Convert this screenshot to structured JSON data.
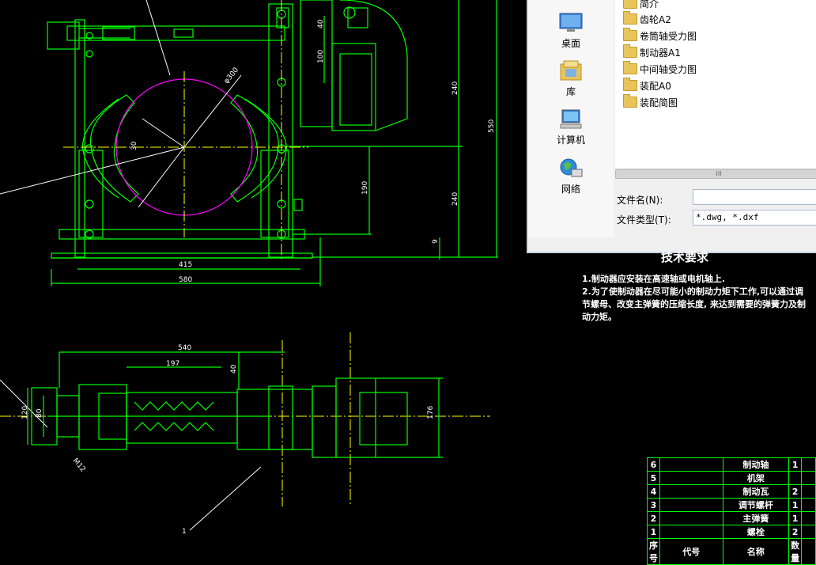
{
  "dims": {
    "d540": "540",
    "d197": "197",
    "d40a": "40",
    "d120": "120",
    "d80": "80",
    "d176": "176",
    "d415": "415",
    "d580": "580",
    "d240a": "240",
    "d240b": "240",
    "d550": "550",
    "d190": "190",
    "d40b": "40",
    "d100": "100",
    "d9": "9",
    "d30": "30",
    "phi": "φ300",
    "m12": "M12",
    "leader1": "1"
  },
  "dialog": {
    "places": [
      {
        "label": "桌面",
        "icon": "desktop-icon"
      },
      {
        "label": "库",
        "icon": "library-icon"
      },
      {
        "label": "计算机",
        "icon": "computer-icon"
      },
      {
        "label": "网络",
        "icon": "network-icon"
      }
    ],
    "files": [
      "简介",
      "齿轮A2",
      "卷筒轴受力图",
      "制动器A1",
      "中间轴受力图",
      "装配A0",
      "装配简图"
    ],
    "scroll_label": "III",
    "filename_label": "文件名(N):",
    "filename_value": "",
    "filetype_label": "文件类型(T):",
    "filetype_value": "*.dwg, *.dxf"
  },
  "notes": {
    "title": "技术要求",
    "line1": "1.制动器应安装在高速轴或电机轴上.",
    "line2": "2.为了使制动器在尽可能小的制动力矩下工作,可以通过调",
    "line3": "节螺母、改变主弹簧的压缩长度, 来达到需要的弹簧力及制",
    "line4": "动力矩。"
  },
  "bom": {
    "rows": [
      {
        "no": "6",
        "code": "",
        "name": "制动轴",
        "qty": "1"
      },
      {
        "no": "5",
        "code": "",
        "name": "机架",
        "qty": ""
      },
      {
        "no": "4",
        "code": "",
        "name": "制动瓦",
        "qty": "2"
      },
      {
        "no": "3",
        "code": "",
        "name": "调节螺杆",
        "qty": "1"
      },
      {
        "no": "2",
        "code": "",
        "name": "主弹簧",
        "qty": "1"
      },
      {
        "no": "1",
        "code": "",
        "name": "螺栓",
        "qty": "2"
      }
    ],
    "header": {
      "no": "序号",
      "code": "代号",
      "name": "名称",
      "qty": "数量"
    }
  },
  "colors": {
    "background": "#000000",
    "geometry": "#00ff00",
    "centerline": "#ffff00",
    "drum": "#ff00ff",
    "text": "#ffffff",
    "dialog": "#f0f0f0"
  }
}
